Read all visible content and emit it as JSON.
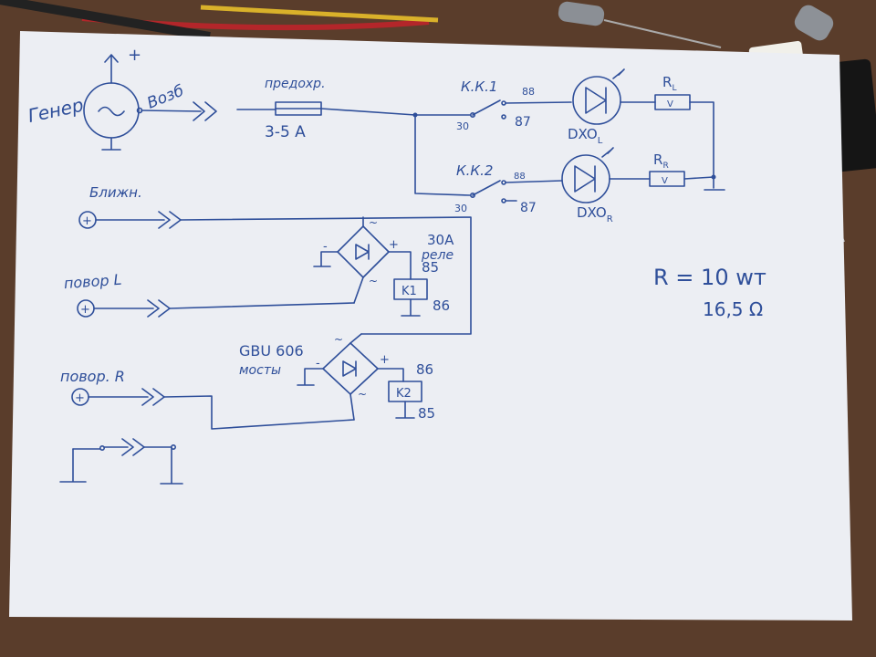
{
  "labels": {
    "gen": "Генер",
    "plus_gen": "+",
    "vozb": "Возб",
    "fuse_top": "предохр.",
    "fuse_val": "3-5 А",
    "kk1": "К.К.1",
    "kk2": "К.К.2",
    "p30_1": "30",
    "p30_2": "30",
    "p88_1": "88",
    "p88_2": "88",
    "p87_1": "87",
    "p87_2": "87",
    "dxo_l": "DXO",
    "dxo_l_sub": "L",
    "dxo_r": "DXO",
    "dxo_r_sub": "R",
    "rl": "R",
    "rl_sub": "L",
    "rr": "R",
    "rr_sub": "R",
    "res_box": "V",
    "blizh": "Ближн.",
    "povor_l": "повор L",
    "povor_r": "повор. R",
    "relay_30a": "30А",
    "relay_word": "реле",
    "gbu": "GBU 606",
    "mosty": "мосты",
    "k1": "K1",
    "k2": "K2",
    "k1_85": "85",
    "k1_86": "86",
    "k2_86": "86",
    "k2_85": "85",
    "r_line1": "R = 10 wт",
    "r_line2": "16,5 Ω",
    "bridge_plus": "+",
    "bridge_minus": "-",
    "bridge_ac": "~",
    "src_plus": "+"
  },
  "colors": {
    "paper": "#eceef3",
    "ink": "#2f4f9a",
    "table": "#5a3d2b"
  }
}
